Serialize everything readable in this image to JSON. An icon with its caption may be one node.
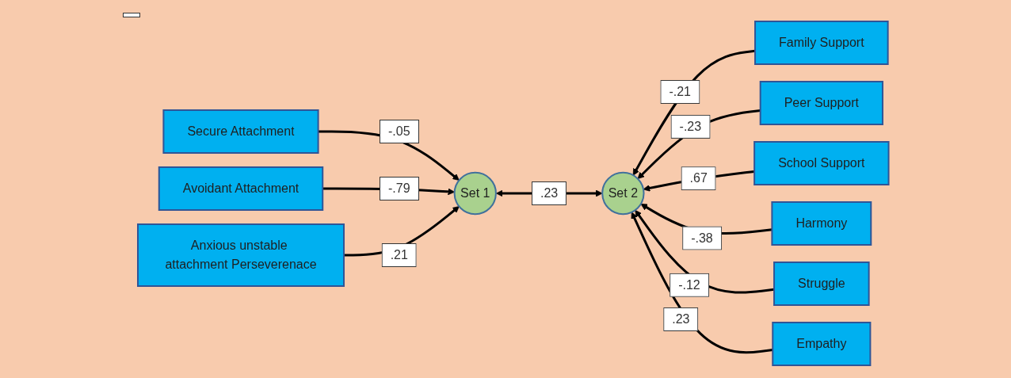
{
  "diagram": {
    "nodes": [
      {
        "text": [
          "Secure Attachment"
        ]
      },
      {
        "text": [
          "Avoidant Attachment"
        ]
      },
      {
        "text": [
          "Anxious unstable attachment Perseverenace"
        ]
      },
      {
        "text": [
          "Set 1"
        ]
      },
      {
        "text": [
          "Set 2"
        ]
      },
      {
        "text": [
          "Family Support"
        ]
      },
      {
        "text": [
          "Peer Support"
        ]
      },
      {
        "text": [
          "School Support"
        ]
      },
      {
        "text": [
          "Harmony"
        ]
      },
      {
        "text": [
          "Struggle"
        ]
      },
      {
        "text": [
          "Empathy"
        ]
      }
    ],
    "edges": [
      {
        "from": 0,
        "to": 3,
        "arrow": "to",
        "label": "-.05"
      },
      {
        "from": 1,
        "to": 3,
        "arrow": "to",
        "label": "-.79"
      },
      {
        "from": 2,
        "to": 3,
        "arrow": "to",
        "label": ".21"
      },
      {
        "from": 3,
        "to": 4,
        "arrow": "both",
        "label": ".23"
      },
      {
        "from": 5,
        "to": 4,
        "arrow": "to",
        "label": "-.21"
      },
      {
        "from": 6,
        "to": 4,
        "arrow": "to",
        "label": "-.23"
      },
      {
        "from": 7,
        "to": 4,
        "arrow": "to",
        "label": ".67"
      },
      {
        "from": 8,
        "to": 4,
        "arrow": "to",
        "label": "-.38"
      },
      {
        "from": 9,
        "to": 4,
        "arrow": "to",
        "label": "-.12"
      },
      {
        "from": 10,
        "to": 4,
        "arrow": "to",
        "label": ".23"
      }
    ]
  }
}
